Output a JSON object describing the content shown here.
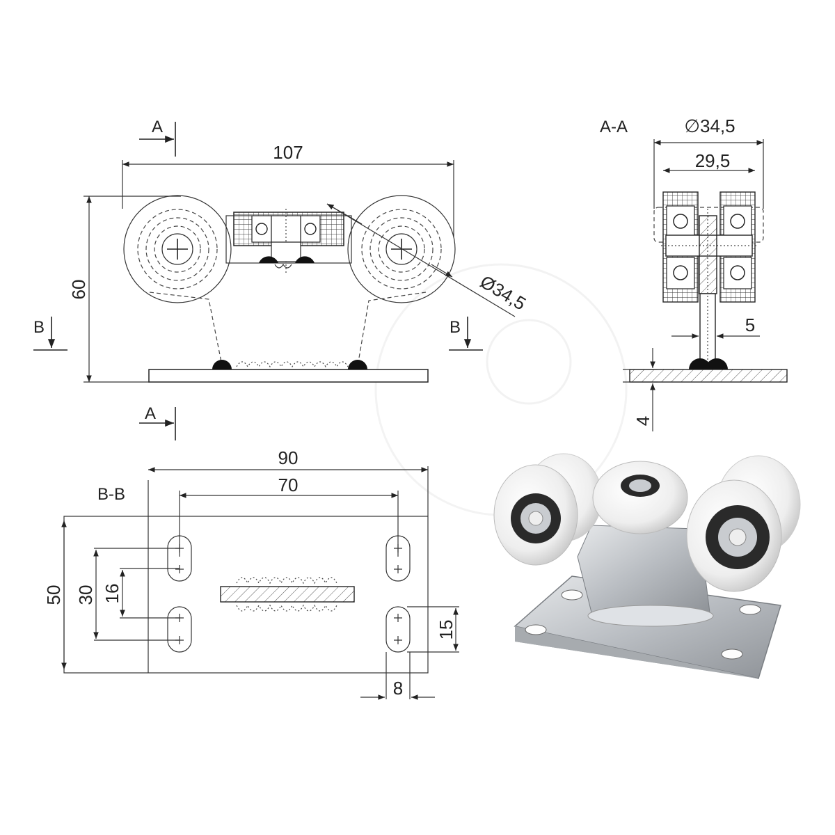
{
  "front_view": {
    "section_mark": "A",
    "section_mark_bottom": "A",
    "side_mark_left": "B",
    "side_mark_right": "B",
    "width": "107",
    "height": "60",
    "roller_diameter": "Ø34,5"
  },
  "section_aa": {
    "title": "A-A",
    "outer_diameter": "∅34,5",
    "inner_width": "29,5",
    "stem_width": "5",
    "plate_thickness": "4"
  },
  "section_bb": {
    "title": "B-B",
    "length": "90",
    "hole_spacing": "70",
    "height": "50",
    "row_spacing": "30",
    "slot_spacing": "16",
    "slot_length": "15",
    "slot_width": "8"
  },
  "colors": {
    "line": "#222222",
    "roller_white": "#f4f4f4",
    "steel": "#c9ccd0",
    "bearing": "#2a2a2a"
  }
}
